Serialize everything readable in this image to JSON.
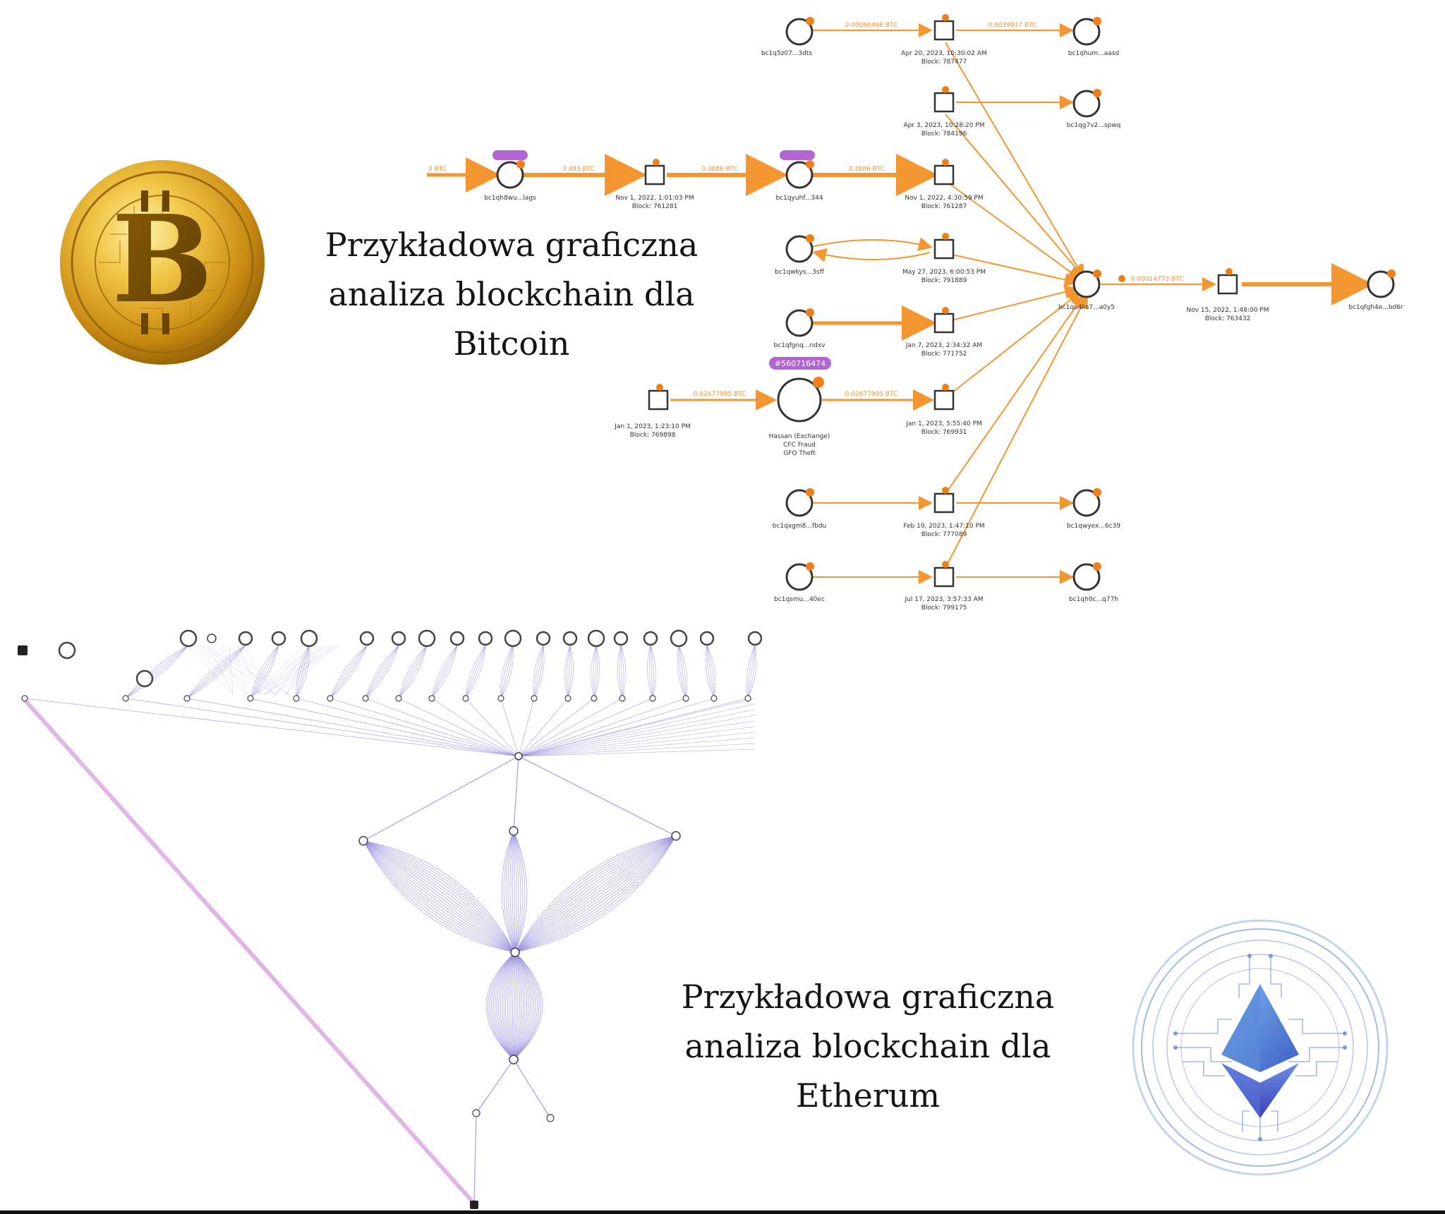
{
  "bitcoin_title": {
    "line1": "Przykładowa graficzna",
    "line2": "analiza blockchain dla",
    "line3": "Bitcoin"
  },
  "ethereum_title": {
    "line1": "Przykładowa graficzna",
    "line2": "analiza blockchain dla",
    "line3": "Etherum"
  },
  "btc_graph": {
    "tags": [
      "#560716474"
    ],
    "labels": {
      "addr_top1": "bc1q5z07...3dts",
      "tx_top": "Apr 20, 2023, 10:30:02 AM",
      "block_top": "Block: 787477",
      "addr_top_right": "bc1qhum...aasd",
      "amt_top1": "0.00066488 BTC",
      "amt_top2": "0.0039817 BTC",
      "tx_second": "Apr 3, 2023, 10:28:20 PM",
      "block_second": "Block: 784196",
      "addr_second_right": "bc1qg7v2...spwq",
      "addr_left_chain": "bc1qh8wu...lags",
      "amt_left_in": "0 BTC",
      "amt_chain1": "3.493 BTC",
      "amt_chain2": "3.3886 BTC",
      "amt_chain3": "3.3886 BTC",
      "tx_chain1": "Nov 1, 2022, 1:01:03 PM",
      "block_chain1": "Block: 761281",
      "addr_chain_mid": "bc1qyuhf...344",
      "tx_chain2": "Nov 1, 2022, 4:30:59 PM",
      "block_chain2": "Block: 761287",
      "addr_loop": "bc1qwkys...3sff",
      "tx_loop": "May 27, 2023, 6:00:53 PM",
      "block_loop": "Block: 791889",
      "addr_row4": "bc1qfgnq...ndxv",
      "tx_row4": "Jan 7, 2023, 2:34:32 AM",
      "block_row4": "Block: 771752",
      "tx_in_left": "Jan 1, 2023, 1:23:10 PM",
      "block_in_left": "Block: 769898",
      "exchange_name": "Hassan (Exchange)",
      "exchange_sub1": "CFC Fraud",
      "exchange_sub2": "GFO Theft",
      "amt_exchange_in": "0.02677995 BTC",
      "amt_exchange_out": "0.02677995 BTC",
      "tx_exchange_out": "Jan 1, 2023, 5:55:40 PM",
      "block_exchange_out": "Block: 769931",
      "hub_addr": "bc1qu4ks7...a0y5",
      "hub_out_amt": "0.00014773 BTC",
      "final_tx": "Nov 15, 2022, 1:48:00 PM",
      "final_block": "Block: 763432",
      "final_addr": "bc1qfgh4e...bd6r",
      "addr_row6": "bc1qxgm8...fbdu",
      "tx_row6": "Feb 10, 2023, 1:47:10 PM",
      "block_row6": "Block: 777089",
      "addr_row6_right": "bc1qwyex...6c39",
      "addr_row7": "bc1qsmu...40ec",
      "tx_row7": "Jul 17, 2023, 3:57:33 AM",
      "block_row7": "Block: 799175",
      "addr_row7_right": "bc1qh0c...q77h"
    }
  },
  "colors": {
    "btc_edge": "#f39530",
    "btc_node": "#f07f1a",
    "btc_tag": "#b364d3",
    "eth_edge": "#8f86d8",
    "eth_edge_pink": "#c979d6",
    "coin_gold": "#e0a82c"
  },
  "icons": {
    "bitcoin_coin": "bitcoin-coin-icon",
    "ethereum_coin": "ethereum-coin-icon"
  }
}
